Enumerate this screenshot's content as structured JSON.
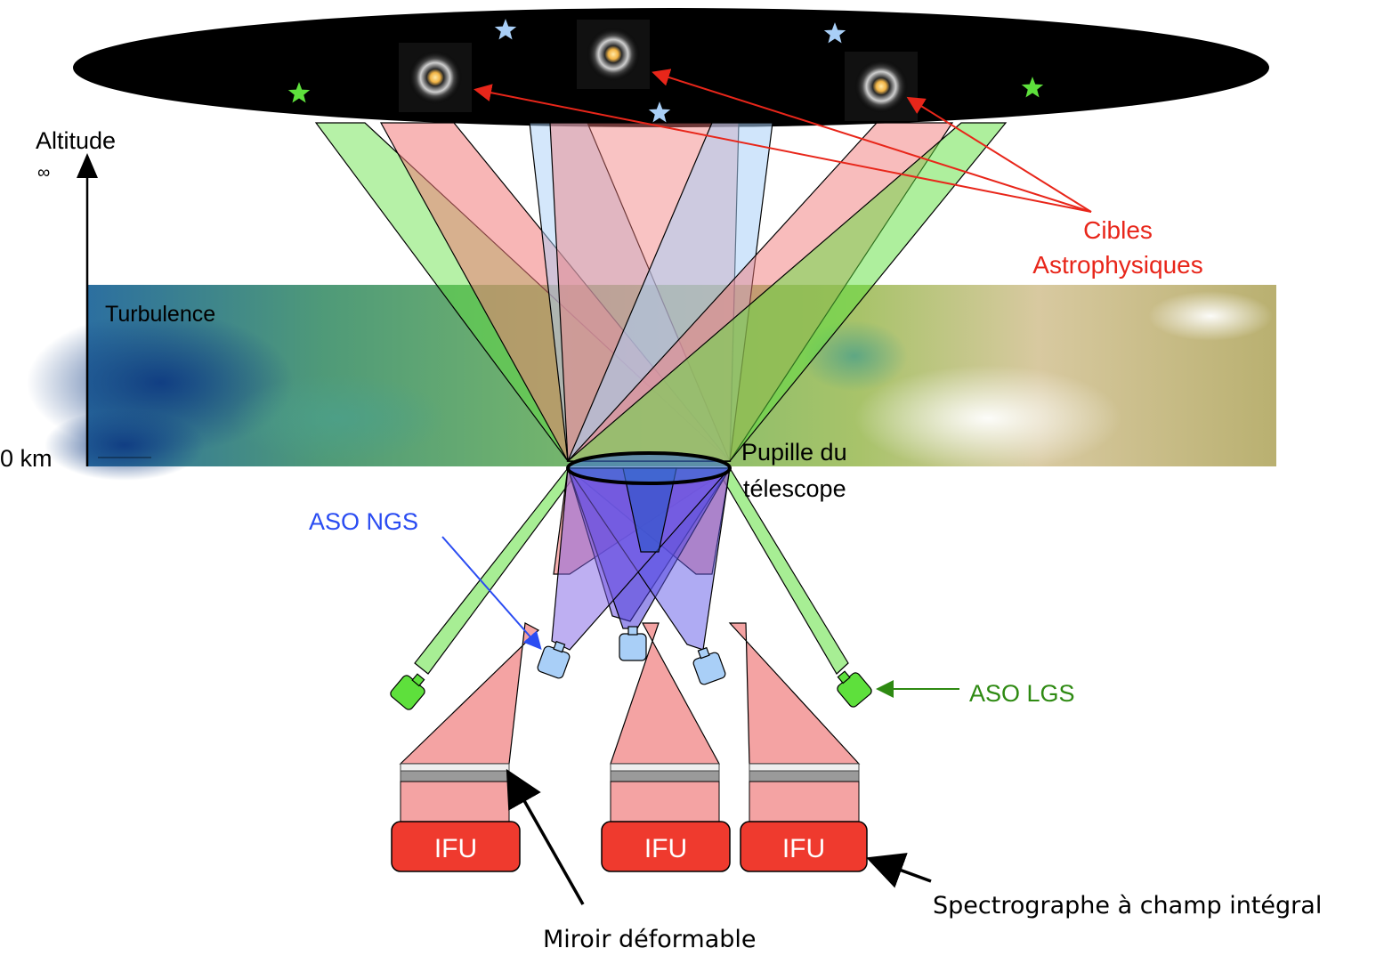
{
  "altitude": {
    "title": "Altitude",
    "infinity": "∞",
    "zero": "0 km"
  },
  "turbulence": {
    "label": "Turbulence"
  },
  "pupil": {
    "line1": "Pupille du",
    "line2": "télescope"
  },
  "targets": {
    "line1": "Cibles",
    "line2": "Astrophysiques"
  },
  "aso_ngs": {
    "label": "ASO NGS"
  },
  "aso_lgs": {
    "label": "ASO LGS"
  },
  "ifu": {
    "labels": [
      "IFU",
      "IFU",
      "IFU"
    ]
  },
  "callouts": {
    "deformable_mirror": "Miroir déformable",
    "ifs": "Spectrographe à champ intégral"
  },
  "colors": {
    "sky": "#000000",
    "lgs_green": "#5ee03c",
    "ngs_blue": "#a9cff7",
    "science_red": "#f27a7a",
    "ifu_red": "#ef3a2e",
    "label_red": "#e8261a",
    "label_blue": "#2a4cf2",
    "label_green": "#2e8a12"
  },
  "icons": [
    "green-star-icon",
    "blue-star-icon",
    "galaxy-icon",
    "wavefront-sensor-icon",
    "ifu-box-icon"
  ]
}
